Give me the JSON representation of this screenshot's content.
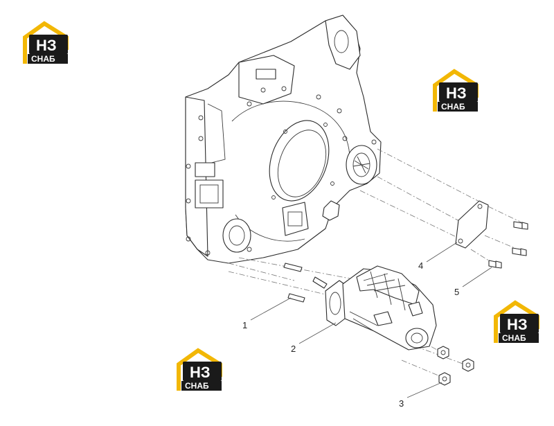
{
  "callouts": [
    {
      "id": "1",
      "label": "1"
    },
    {
      "id": "2",
      "label": "2"
    },
    {
      "id": "3",
      "label": "3"
    },
    {
      "id": "4",
      "label": "4"
    },
    {
      "id": "5",
      "label": "5"
    }
  ],
  "logos": [
    {
      "mark": "НЗ",
      "word": "СНАБ"
    },
    {
      "mark": "НЗ",
      "word": "СНАБ"
    },
    {
      "mark": "НЗ",
      "word": "СНАБ"
    },
    {
      "mark": "НЗ",
      "word": "СНАБ"
    }
  ],
  "colors": {
    "logo_accent": "#f2b705",
    "logo_dark": "#1a1a1a",
    "line": "#2a2a2a"
  }
}
